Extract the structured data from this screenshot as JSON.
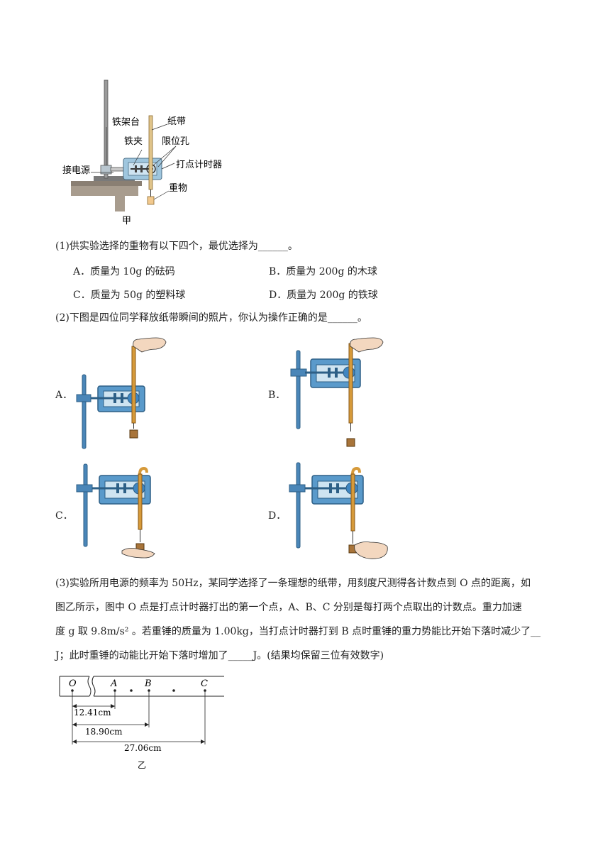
{
  "fig1": {
    "labels": {
      "stand": "铁架台",
      "tape": "纸带",
      "clamp": "铁夹",
      "hole": "限位孔",
      "power": "接电源",
      "timer": "打点计时器",
      "weight": "重物"
    },
    "caption": "甲"
  },
  "q1": {
    "stem": "(1)供实验选择的重物有以下四个，最优选择为______。",
    "options": [
      "A．质量为 10g 的砝码",
      "B．质量为 200g 的木球",
      "C．质量为 50g 的塑料球",
      "D．质量为 200g 的铁球"
    ]
  },
  "q2": {
    "stem": "(2)下图是四位同学释放纸带瞬间的照片，你认为操作正确的是______。",
    "labels": [
      "A．",
      "B．",
      "C．",
      "D．"
    ]
  },
  "q3": {
    "line1": "(3)实验所用电源的频率为 50Hz，某同学选择了一条理想的纸带，用刻度尺测得各计数点到 O 点的距离，如",
    "line2": "图乙所示，图中 O 点是打点计时器打出的第一个点，A、B、C 分别是每打两个点取出的计数点。重力加速",
    "line3": "度 g 取 9.8m/s² 。若重锤的质量为 1.00kg，当打点计时器打到 B 点时重锤的重力势能比开始下落时减少了__",
    "line4": "J；此时重锤的动能比开始下落时增加了_____J。(结果均保留三位有效数字)"
  },
  "fig2": {
    "points": [
      "O",
      "A",
      "B",
      "C"
    ],
    "distances": [
      "12.41cm",
      "18.90cm",
      "27.06cm"
    ],
    "caption": "乙"
  }
}
